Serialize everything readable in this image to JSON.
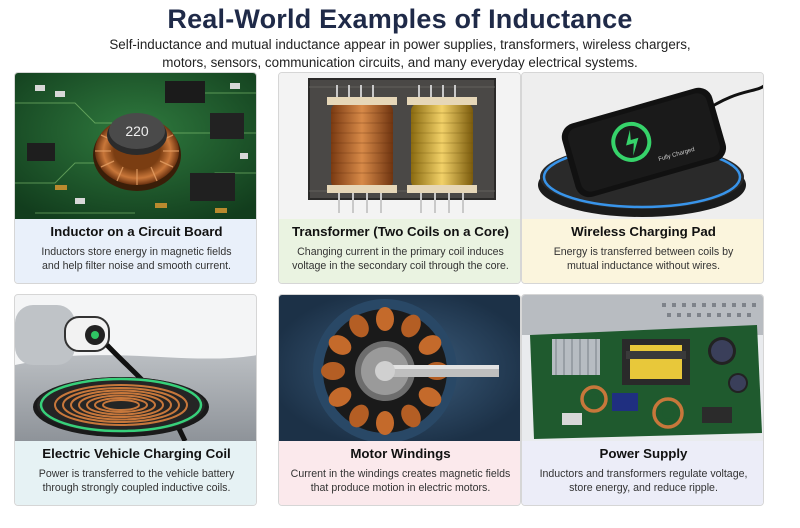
{
  "header": {
    "title": "Real-World Examples of Inductance",
    "subtitle_line1": "Self-inductance and mutual inductance appear in power supplies, transformers, wireless chargers,",
    "subtitle_line2": "motors, sensors, communication circuits, and many everyday electrical systems."
  },
  "cards": [
    {
      "title": "Inductor on a Circuit Board",
      "desc_line1": "Inductors store energy in magnetic fields",
      "desc_line2": "and help filter noise and smooth current.",
      "image_label": "220",
      "accent": "#e9f0fa"
    },
    {
      "title": "Transformer (Two Coils on a Core)",
      "desc_line1": "Changing current in the primary coil induces",
      "desc_line2": "voltage in the secondary coil through the core.",
      "accent": "#eaf3e1"
    },
    {
      "title": "Wireless Charging Pad",
      "desc_line1": "Energy is transferred between coils by",
      "desc_line2": "mutual inductance without wires.",
      "image_label": "Fully Charged",
      "accent": "#fbf5dd"
    },
    {
      "title": "Electric Vehicle Charging Coil",
      "desc_line1": "Power is transferred to the vehicle battery",
      "desc_line2": "through strongly coupled inductive coils.",
      "accent": "#e6f2f4"
    },
    {
      "title": "Motor Windings",
      "desc_line1": "Current in the windings creates magnetic fields",
      "desc_line2": "that produce motion in electric motors.",
      "accent": "#fbe9ec"
    },
    {
      "title": "Power Supply",
      "desc_line1": "Inductors and transformers regulate voltage,",
      "desc_line2": "store energy, and reduce ripple.",
      "accent": "#ecedf8"
    }
  ]
}
